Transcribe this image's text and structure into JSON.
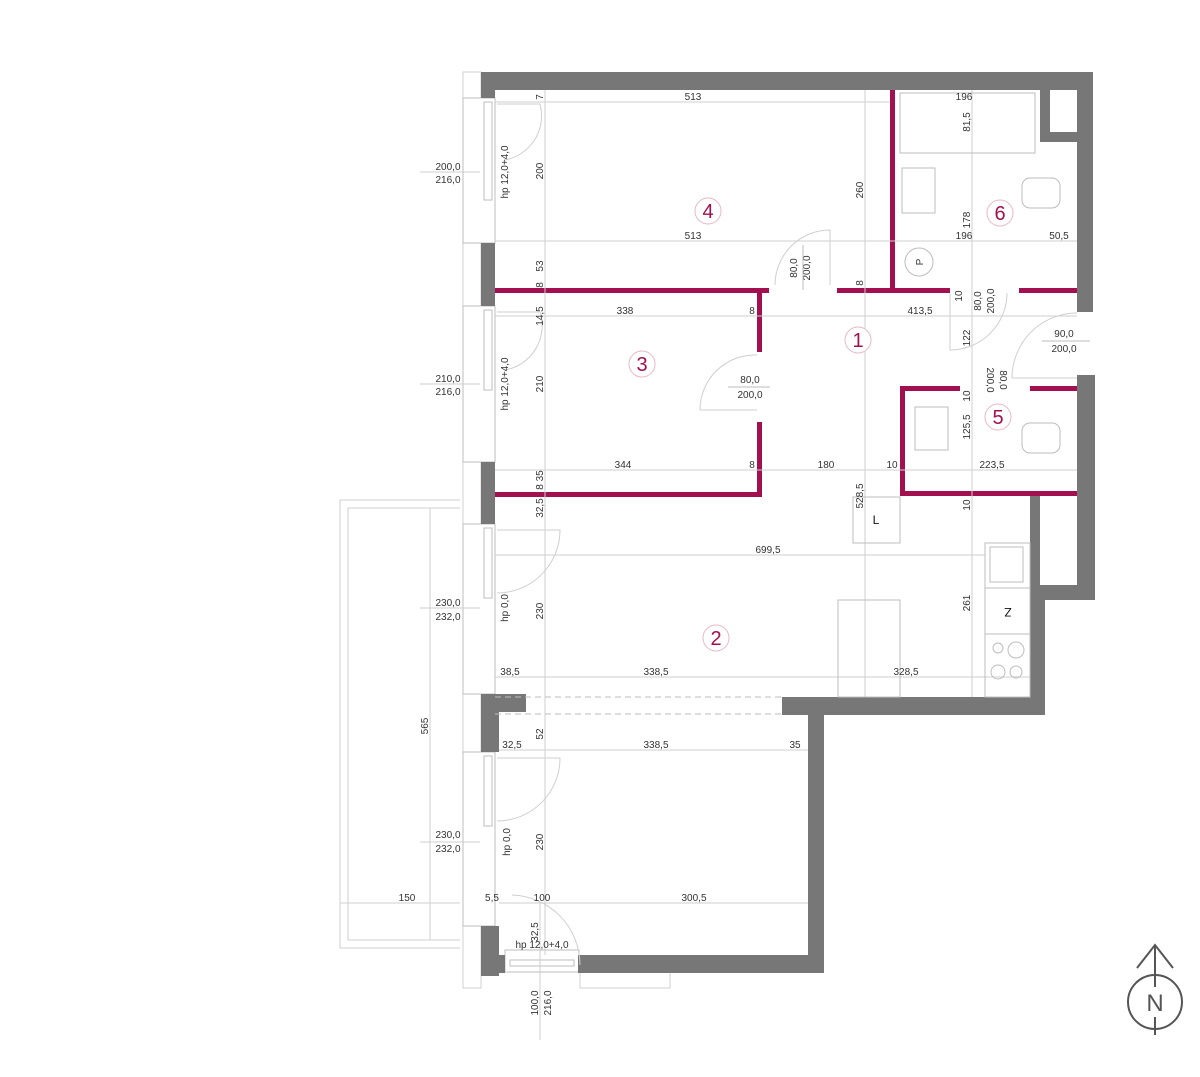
{
  "colors": {
    "exterior_wall": "#777777",
    "partition_wall": "#a2104f",
    "room_number": "#a2104f",
    "dimension_text": "#333333",
    "grid_line": "#cfcfcf"
  },
  "rooms": [
    {
      "id": "1",
      "number": "1"
    },
    {
      "id": "2",
      "number": "2"
    },
    {
      "id": "3",
      "number": "3"
    },
    {
      "id": "4",
      "number": "4"
    },
    {
      "id": "5",
      "number": "5"
    },
    {
      "id": "6",
      "number": "6"
    }
  ],
  "fixtures": {
    "wardrobe_l": "L",
    "fridge_z": "Z",
    "boiler_p": "P"
  },
  "windows": {
    "room4": {
      "width": "200,0",
      "height": "216,0",
      "sill": "hp 12,0+4,0"
    },
    "room3": {
      "width": "210,0",
      "height": "216,0",
      "sill": "hp 12,0+4,0"
    },
    "room2_upper": {
      "width": "230,0",
      "height": "232,0",
      "sill": "hp 0,0"
    },
    "room2_lower": {
      "width": "230,0",
      "height": "232,0",
      "sill": "hp 0,0"
    },
    "bottom": {
      "width": "100,0",
      "height": "216,0",
      "sill": "hp 12,0+4,0"
    }
  },
  "doors": {
    "room4": {
      "width": "80,0",
      "height": "200,0"
    },
    "room3": {
      "width": "80,0",
      "height": "200,0"
    },
    "room6": {
      "width": "80,0",
      "height": "200,0"
    },
    "entrance": {
      "width": "90,0",
      "height": "200,0"
    },
    "room5": {
      "width": "80,0",
      "height": "200,0"
    }
  },
  "dimensions": {
    "r4_top": "513",
    "r4_mid": "513",
    "r4_h7": "7",
    "r4_h200": "200",
    "r4_h53": "53",
    "r4_h8": "8",
    "r4_h260": "260",
    "r4_8b": "8",
    "r6_196a": "196",
    "r6_815": "81,5",
    "r6_178": "178",
    "r6_196b": "196",
    "r6_505": "50,5",
    "r3_145": "14,5",
    "r3_338": "338",
    "r3_8a": "8",
    "r3_210": "210",
    "r3_344": "344",
    "r3_8b": "8",
    "r3_835": "8 35",
    "h_4135": "413,5",
    "h_10a": "10",
    "h_122": "122",
    "h_180": "180",
    "h_10b": "10",
    "h_5285": "528,5",
    "r5_10": "10",
    "r5_1255": "125,5",
    "r5_2235": "223,5",
    "k_10": "10",
    "k_6995": "699,5",
    "k_261": "261",
    "r2_325": "32,5",
    "r2_230": "230",
    "r2_385": "38,5",
    "r2_3385": "338,5",
    "r2_3285": "328,5",
    "b_52": "52",
    "b_325": "32,5",
    "b_3385": "338,5",
    "b_35": "35",
    "b_230": "230",
    "b_565": "565",
    "b_150": "150",
    "b_55": "5,5",
    "b_100": "100",
    "b_3005": "300,5",
    "b_325b": "32,5"
  },
  "compass": {
    "label": "N"
  }
}
